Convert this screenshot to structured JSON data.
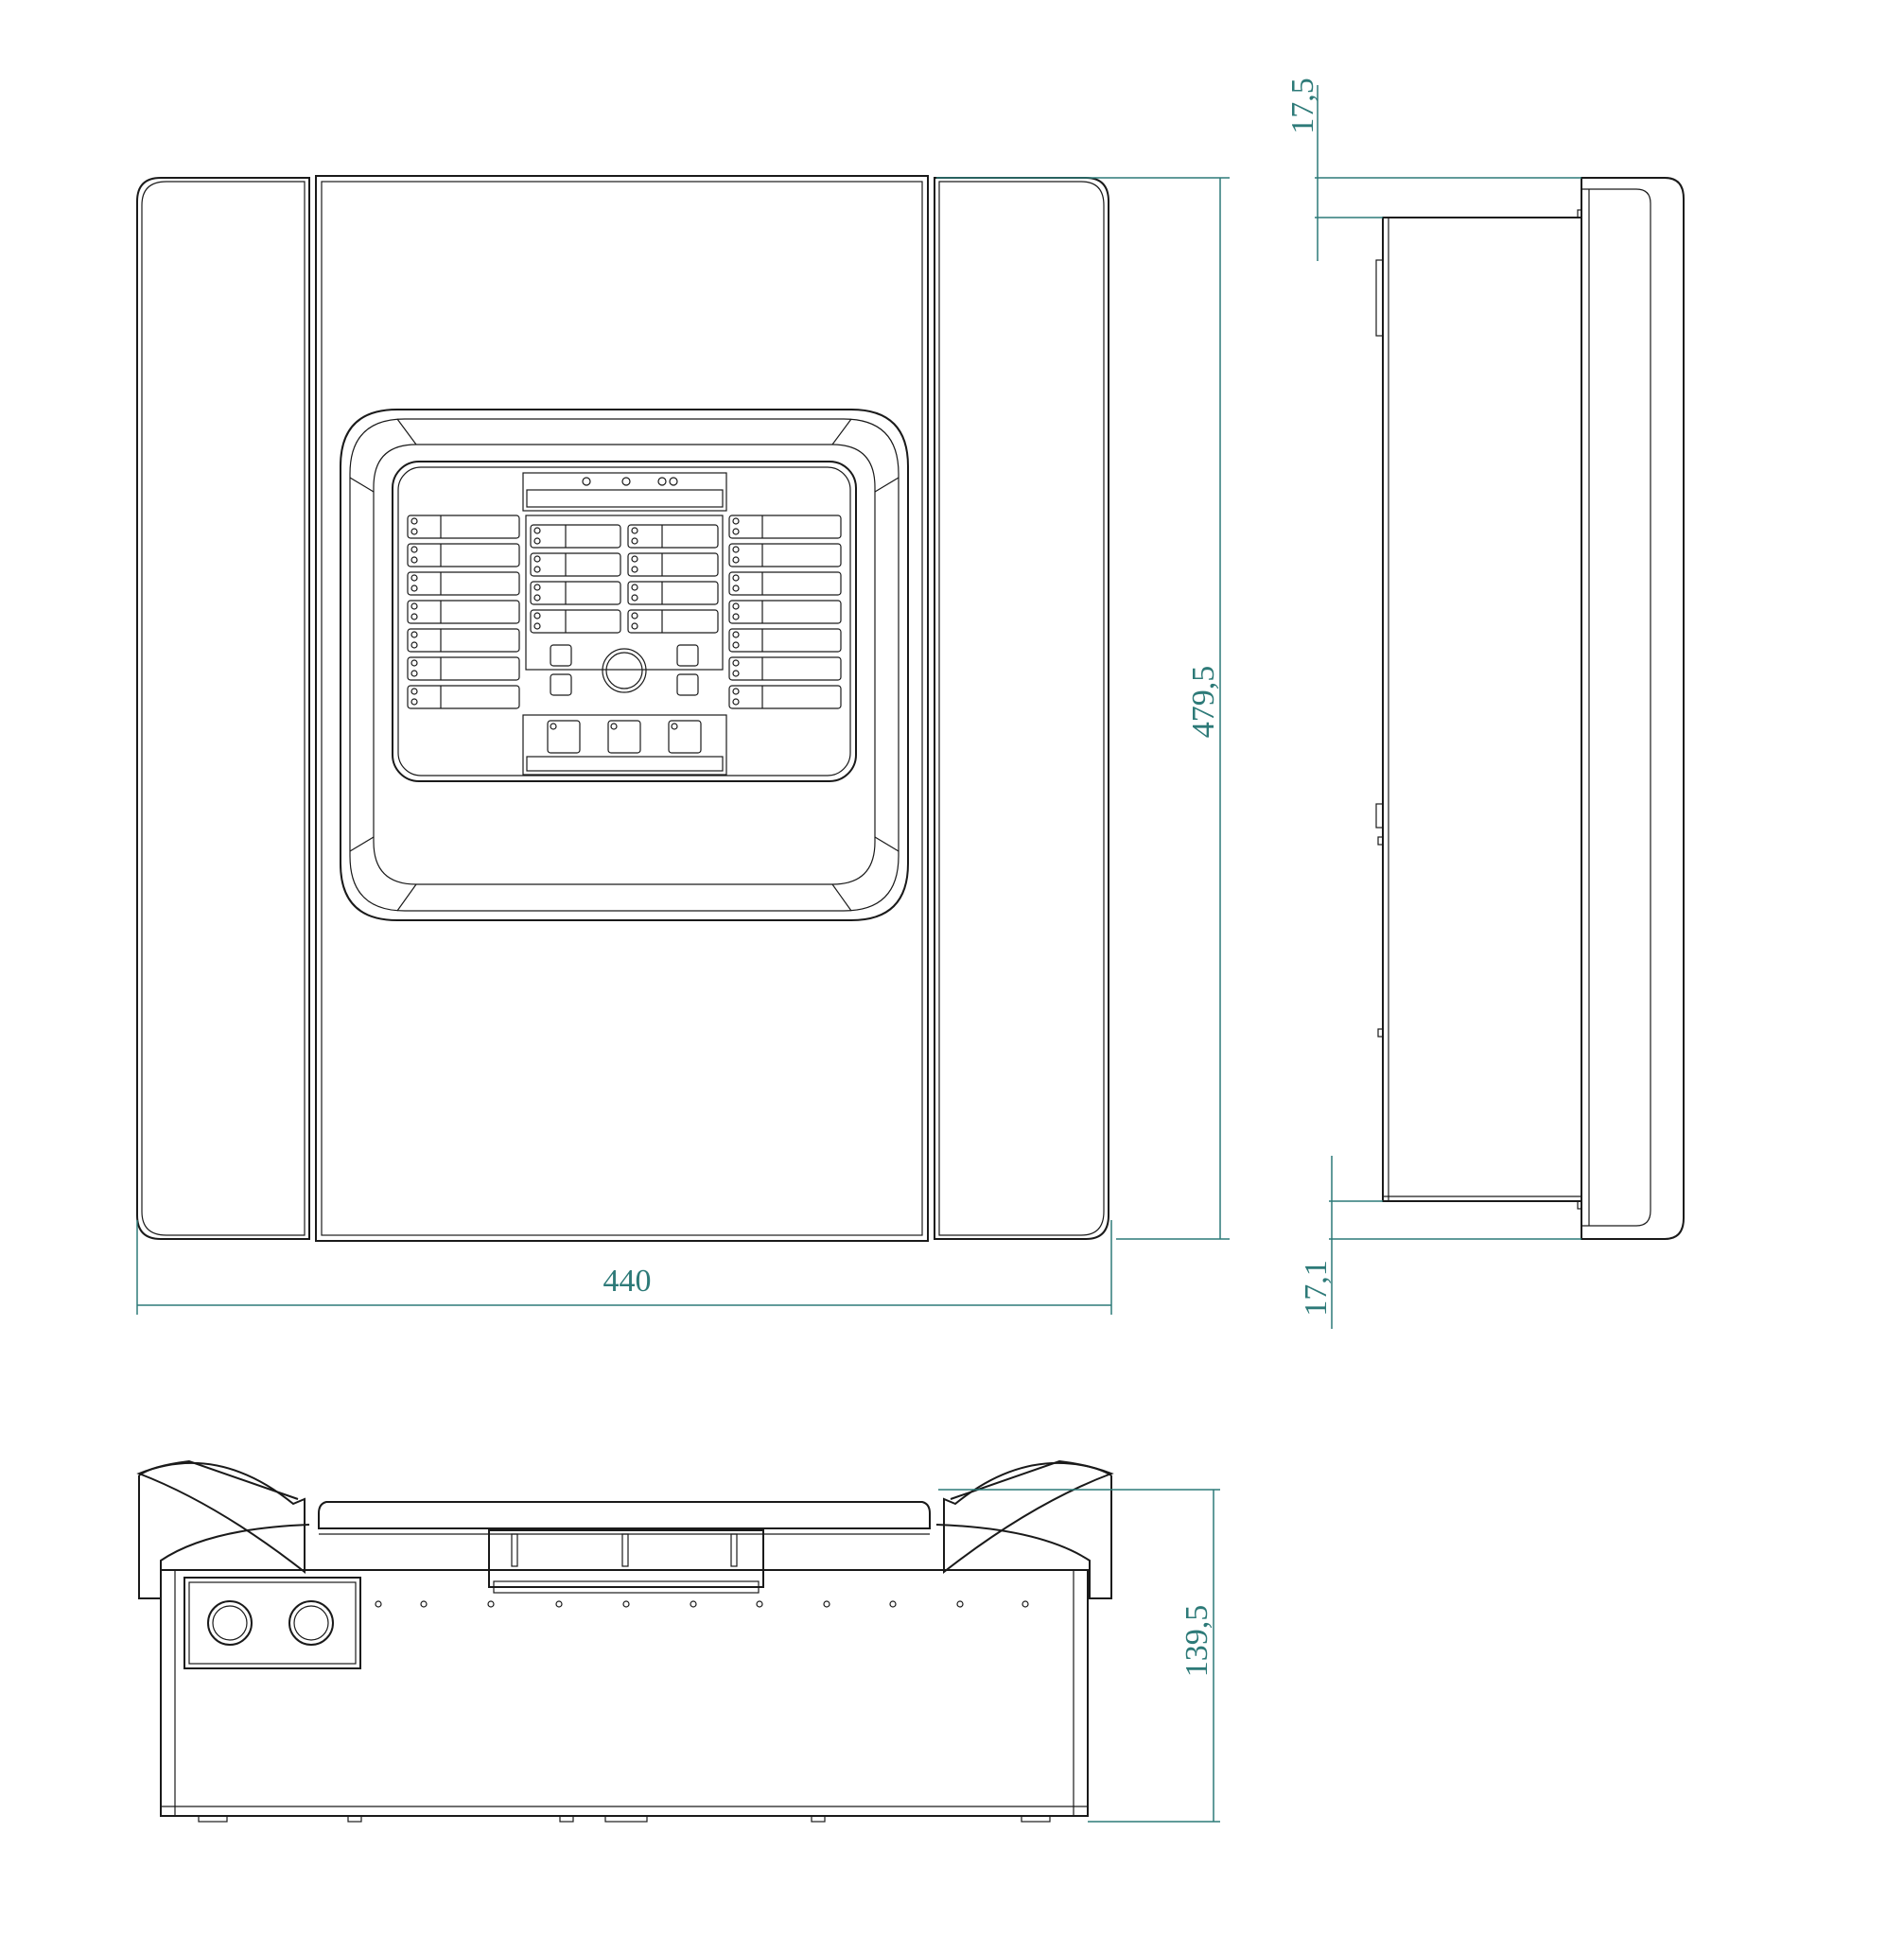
{
  "dimensions": {
    "width": "440",
    "height": "479,5",
    "depth": "139,5",
    "top_offset": "17,5",
    "bottom_offset": "17,1"
  },
  "colors": {
    "outline": "#1a1a1a",
    "dimension": "#2d7a78",
    "background": "#ffffff"
  }
}
